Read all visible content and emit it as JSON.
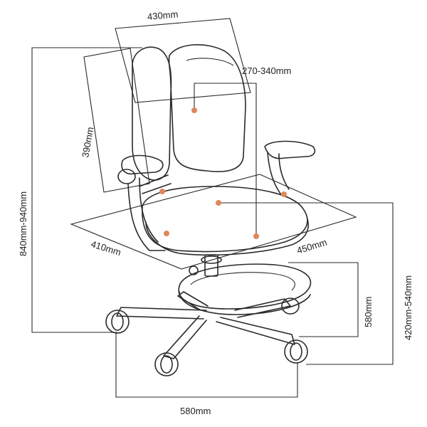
{
  "diagram": {
    "labels": {
      "backrest_width": "430mm",
      "backrest_height": "390mm",
      "back_depth_adjust": "270-340mm",
      "overall_height": "840mm-940mm",
      "seat_depth": "410mm",
      "seat_width": "450mm",
      "footrest_height": "580mm",
      "seat_height": "420mm-540mm",
      "base_width": "580mm"
    },
    "colors": {
      "stroke": "#2a2a2a",
      "marker": "#e0875a"
    }
  }
}
